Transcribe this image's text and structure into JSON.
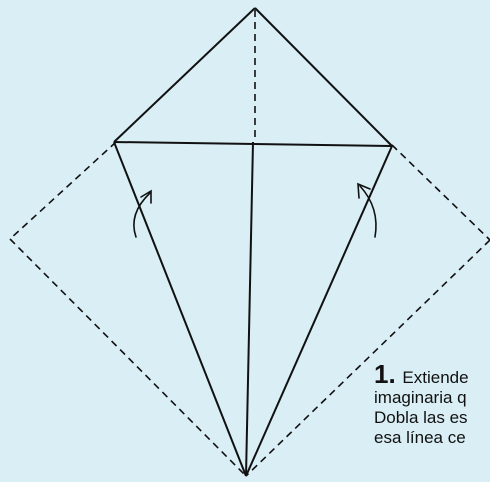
{
  "instruction": {
    "step_number": "1.",
    "lines": [
      "Extiende",
      "imaginaria q",
      "Dobla las es",
      "esa línea ce"
    ]
  },
  "colors": {
    "background": "#d9eef5",
    "line": "#111111"
  }
}
